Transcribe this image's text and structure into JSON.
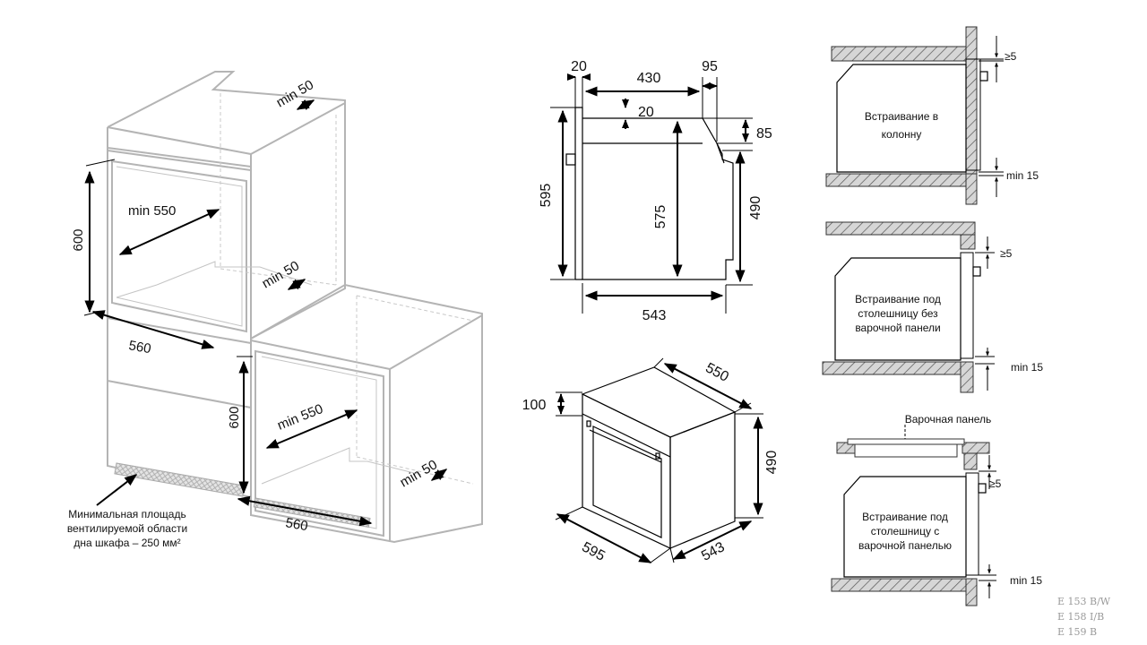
{
  "left_diagram": {
    "column_top": {
      "width": "560",
      "height": "600",
      "depth": "min 550",
      "gap_top": "min 50",
      "gap_back": "min 50"
    },
    "under_counter": {
      "width": "560",
      "height": "600",
      "depth": "min 550",
      "gap_back": "min 50"
    },
    "vent_note": [
      "Минимальная площадь",
      "вентилируемой области",
      "дна шкафа – 250 мм²"
    ]
  },
  "side_view": {
    "dims": {
      "top_left": "20",
      "top_width": "430",
      "top_right": "95",
      "inner_top": "20",
      "right_top": "85",
      "height_total": "595",
      "height_inner": "575",
      "height_right": "490",
      "depth": "543"
    }
  },
  "iso_view": {
    "dims": {
      "top_depth": "550",
      "height_right": "490",
      "panel_height": "100",
      "front_width": "595",
      "side_depth": "543"
    }
  },
  "installations": [
    {
      "label_lines": [
        "Встраивание в",
        "колонну"
      ],
      "top_gap": "≥5",
      "bottom_gap": "min 15"
    },
    {
      "label_lines": [
        "Встраивание под",
        "столешницу без",
        "варочной панели"
      ],
      "top_gap": "≥5",
      "bottom_gap": "min 15"
    },
    {
      "label_lines": [
        "Встраивание под",
        "столешницу с",
        "варочной панелью"
      ],
      "hob_label": "Варочная панель",
      "top_gap": "≥5",
      "bottom_gap": "min 15"
    }
  ],
  "models": [
    "E 153 B/W",
    "E 158 I/B",
    "E 159 B"
  ]
}
